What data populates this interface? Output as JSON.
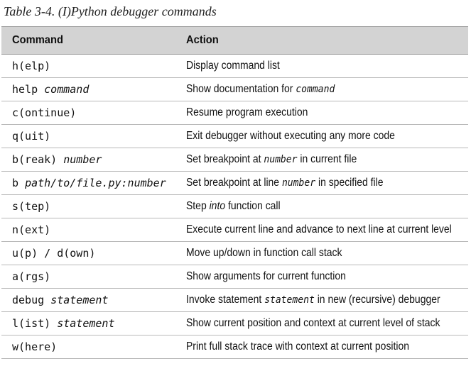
{
  "caption": "Table 3-4. (I)Python debugger commands",
  "table": {
    "headers": {
      "command": "Command",
      "action": "Action"
    },
    "rows": [
      {
        "command": [
          {
            "text": "h(elp)",
            "style": "mono"
          }
        ],
        "action": [
          {
            "text": "Display command list",
            "style": "plain"
          }
        ]
      },
      {
        "command": [
          {
            "text": "help ",
            "style": "mono"
          },
          {
            "text": "command",
            "style": "mono-italic"
          }
        ],
        "action": [
          {
            "text": "Show documentation for ",
            "style": "plain"
          },
          {
            "text": "command",
            "style": "mono-italic"
          }
        ]
      },
      {
        "command": [
          {
            "text": "c(ontinue)",
            "style": "mono"
          }
        ],
        "action": [
          {
            "text": "Resume program execution",
            "style": "plain"
          }
        ]
      },
      {
        "command": [
          {
            "text": "q(uit)",
            "style": "mono"
          }
        ],
        "action": [
          {
            "text": "Exit debugger without executing any more code",
            "style": "plain"
          }
        ]
      },
      {
        "command": [
          {
            "text": "b(reak) ",
            "style": "mono"
          },
          {
            "text": "number",
            "style": "mono-italic"
          }
        ],
        "action": [
          {
            "text": "Set breakpoint at ",
            "style": "plain"
          },
          {
            "text": "number",
            "style": "mono-italic"
          },
          {
            "text": " in current file",
            "style": "plain"
          }
        ]
      },
      {
        "command": [
          {
            "text": "b ",
            "style": "mono"
          },
          {
            "text": "path/to/file.py:number",
            "style": "mono-italic"
          }
        ],
        "action": [
          {
            "text": "Set breakpoint at line ",
            "style": "plain"
          },
          {
            "text": "number",
            "style": "mono-italic"
          },
          {
            "text": " in specified file",
            "style": "plain"
          }
        ]
      },
      {
        "command": [
          {
            "text": "s(tep)",
            "style": "mono"
          }
        ],
        "action": [
          {
            "text": "Step ",
            "style": "plain"
          },
          {
            "text": "into",
            "style": "italic"
          },
          {
            "text": " function call",
            "style": "plain"
          }
        ]
      },
      {
        "command": [
          {
            "text": "n(ext)",
            "style": "mono"
          }
        ],
        "action": [
          {
            "text": "Execute current line and advance to next line at current level",
            "style": "plain"
          }
        ]
      },
      {
        "command": [
          {
            "text": "u(p) / d(own)",
            "style": "mono"
          }
        ],
        "action": [
          {
            "text": "Move up/down in function call stack",
            "style": "plain"
          }
        ]
      },
      {
        "command": [
          {
            "text": "a(rgs)",
            "style": "mono"
          }
        ],
        "action": [
          {
            "text": "Show arguments for current function",
            "style": "plain"
          }
        ]
      },
      {
        "command": [
          {
            "text": "debug ",
            "style": "mono"
          },
          {
            "text": "statement",
            "style": "mono-italic"
          }
        ],
        "action": [
          {
            "text": "Invoke statement ",
            "style": "plain"
          },
          {
            "text": "statement",
            "style": "mono-italic"
          },
          {
            "text": " in new (recursive) debugger",
            "style": "plain"
          }
        ]
      },
      {
        "command": [
          {
            "text": "l(ist) ",
            "style": "mono"
          },
          {
            "text": "statement",
            "style": "mono-italic"
          }
        ],
        "action": [
          {
            "text": "Show current position and context at current level of stack",
            "style": "plain"
          }
        ]
      },
      {
        "command": [
          {
            "text": "w(here)",
            "style": "mono"
          }
        ],
        "action": [
          {
            "text": "Print full stack trace with context at current position",
            "style": "plain"
          }
        ]
      }
    ]
  }
}
